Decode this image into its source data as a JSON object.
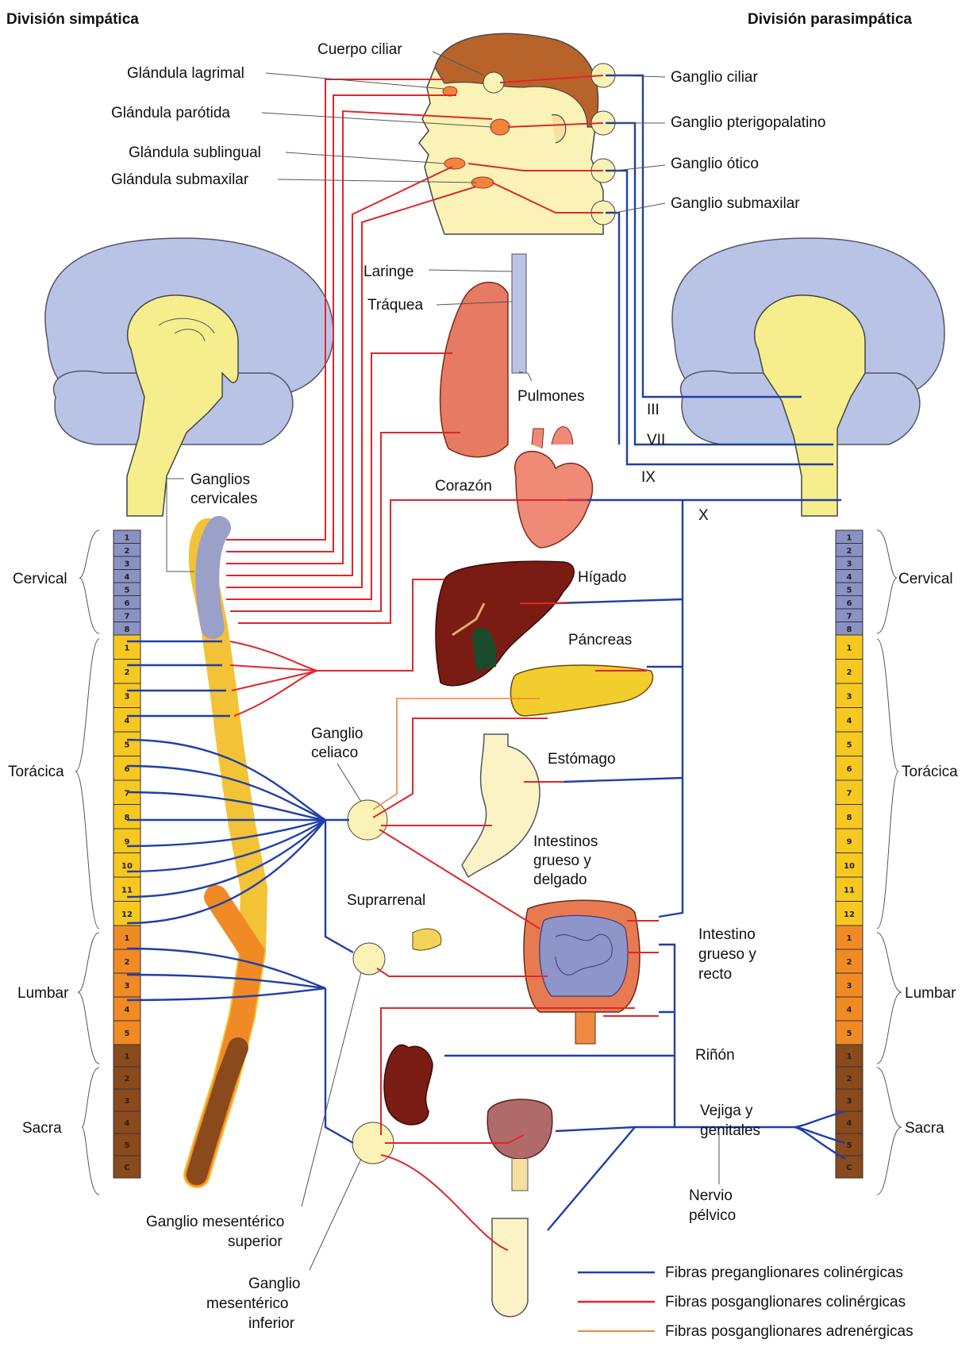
{
  "titles": {
    "sympathetic": "División simpática",
    "parasympathetic": "División parasimpática"
  },
  "head_labels": {
    "cuerpo_ciliar": "Cuerpo ciliar",
    "glandula_lagrimal": "Glándula lagrimal",
    "glandula_parotida": "Glándula parótida",
    "glandula_sublingual": "Glándula sublingual",
    "glandula_submaxilar": "Glándula submaxilar",
    "ganglio_ciliar": "Ganglio ciliar",
    "ganglio_pterigopalatino": "Ganglio pterigopalatino",
    "ganglio_otico": "Ganglio ótico",
    "ganglio_submaxilar": "Ganglio submaxilar"
  },
  "organ_labels": {
    "laringe": "Laringe",
    "traquea": "Tráquea",
    "pulmones": "Pulmones",
    "corazon": "Corazón",
    "higado": "Hígado",
    "pancreas": "Páncreas",
    "estomago": "Estómago",
    "intestinos": [
      "Intestinos",
      "grueso y",
      "delgado"
    ],
    "suprarrenal": "Suprarrenal",
    "intestino_recto": [
      "Intestino",
      "grueso y",
      "recto"
    ],
    "rinon": "Riñón",
    "vejiga": [
      "Vejiga y",
      "genitales"
    ],
    "nervio_pelvico": [
      "Nervio",
      "pélvico"
    ]
  },
  "ganglia_labels": {
    "ganglios_cervicales": [
      "Ganglios",
      "cervicales"
    ],
    "ganglio_celiaco": [
      "Ganglio",
      "celiaco"
    ],
    "ganglio_mesenterico_superior": [
      "Ganglio mesentérico",
      "superior"
    ],
    "ganglio_mesenterico_inferior": [
      "Ganglio",
      "mesentérico",
      "inferior"
    ]
  },
  "cranial_nerves": [
    "III",
    "VII",
    "IX",
    "X"
  ],
  "regions": [
    "Cervical",
    "Torácica",
    "Lumbar",
    "Sacra"
  ],
  "vertebrae": {
    "cervical": [
      "1",
      "2",
      "3",
      "4",
      "5",
      "6",
      "7",
      "8"
    ],
    "thoracic": [
      "1",
      "2",
      "3",
      "4",
      "5",
      "6",
      "7",
      "8",
      "9",
      "10",
      "11",
      "12"
    ],
    "lumbar": [
      "1",
      "2",
      "3",
      "4",
      "5"
    ],
    "sacral": [
      "1",
      "2",
      "3",
      "4",
      "5",
      "C"
    ]
  },
  "legend": [
    {
      "label": "Fibras preganglionares colinérgicas",
      "color": "#1f3fa8"
    },
    {
      "label": "Fibras posganglionares colinérgicas",
      "color": "#e0262a"
    },
    {
      "label": "Fibras posganglionares adrenérgicas",
      "color": "#f0843a"
    }
  ],
  "colors": {
    "brain": "#b9c3e6",
    "brainstem": "#f6ee8c",
    "cervical": "#8a92c4",
    "thoracic": "#f7c820",
    "lumbar": "#f08a24",
    "sacral": "#8a4a1c",
    "preganglionic": "#1f3fa8",
    "postganglionic_cholinergic": "#e0262a",
    "postganglionic_adrenergic": "#f0843a"
  }
}
